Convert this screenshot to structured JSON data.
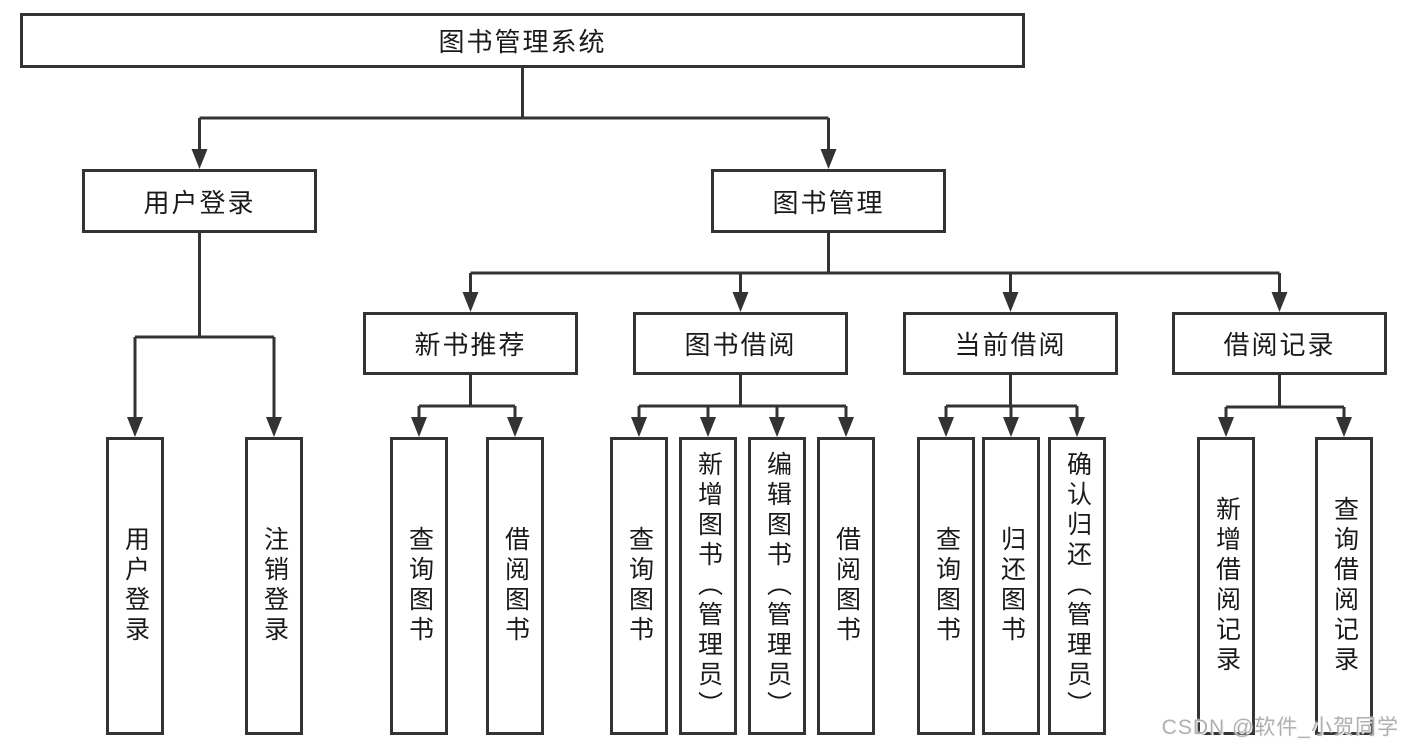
{
  "tree": {
    "root": {
      "label": "图书管理系统"
    },
    "branches": [
      {
        "label": "用户登录",
        "children": [
          {
            "label": "用户登录"
          },
          {
            "label": "注销登录"
          }
        ]
      },
      {
        "label": "图书管理",
        "sections": [
          {
            "label": "新书推荐",
            "children": [
              {
                "label": "查询图书"
              },
              {
                "label": "借阅图书"
              }
            ]
          },
          {
            "label": "图书借阅",
            "children": [
              {
                "label": "查询图书"
              },
              {
                "label": "新增图书（管理员）"
              },
              {
                "label": "编辑图书（管理员）"
              },
              {
                "label": "借阅图书"
              }
            ]
          },
          {
            "label": "当前借阅",
            "children": [
              {
                "label": "查询图书"
              },
              {
                "label": "归还图书"
              },
              {
                "label": "确认归还（管理员）"
              }
            ]
          },
          {
            "label": "借阅记录",
            "children": [
              {
                "label": "新增借阅记录"
              },
              {
                "label": "查询借阅记录"
              }
            ]
          }
        ]
      }
    ]
  },
  "watermark": "CSDN @软件_小贺同学",
  "colors": {
    "line": "#333333",
    "text": "#1a1a1a",
    "background": "#ffffff",
    "watermark": "#b0b0b0"
  }
}
